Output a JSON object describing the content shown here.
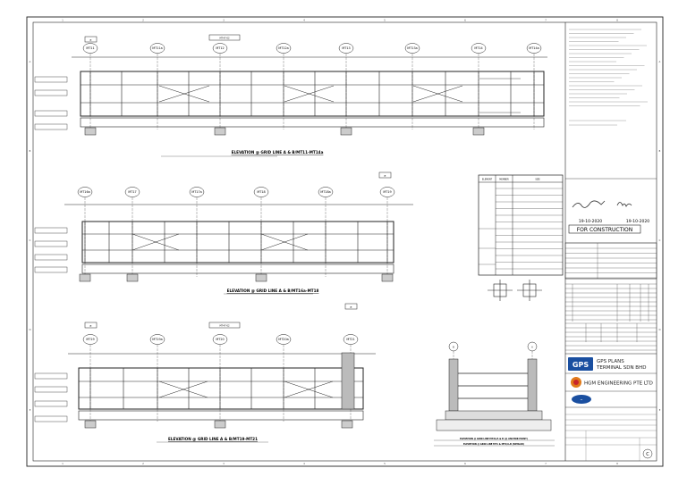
{
  "border": {
    "top_numbers": [
      "1",
      "2",
      "3",
      "4",
      "5",
      "6",
      "7",
      "8"
    ],
    "side_letters": [
      "A",
      "B",
      "C",
      "D",
      "E"
    ]
  },
  "elevation1": {
    "title": "ELEVATION @ GRID LINE A & B/MT11-MT14a",
    "grids": [
      "MT11",
      "MT11a",
      "MT12",
      "MT12a",
      "MT13",
      "MT13a",
      "MT14",
      "MT14a"
    ],
    "section_tags": [
      "E",
      "MT-47-02"
    ]
  },
  "elevation2": {
    "title": "ELEVATION @ GRID LINE A & B/MT16a-MT18",
    "grids": [
      "MT16a",
      "MT17",
      "MT17a",
      "MT18",
      "MT18a",
      "MT19"
    ],
    "section_tags": [
      "E"
    ]
  },
  "elevation3": {
    "title": "ELEVATION @ GRID LINE A & B/MT19-MT21",
    "grids": [
      "MT19",
      "MT19a",
      "MT20",
      "MT20a",
      "MT21"
    ],
    "section_tags": [
      "E",
      "MT-47-02",
      "E"
    ]
  },
  "section_view": {
    "title_line1": "ELEVATION @ GRID LINE MT21/A & B (@ ANCHOR POINT)",
    "title_line2": "ELEVATION @ GRID LINE MT1 & MT2/A-B (SIMILAR)",
    "grids": [
      "B",
      "A"
    ]
  },
  "member_table": {
    "headers": [
      "ELEMENT",
      "MEMBER",
      "SIZE"
    ]
  },
  "title_block": {
    "stamp": "FOR CONSTRUCTION",
    "date1": "19-10-2020",
    "date2": "19-10-2020",
    "company1_line1": "GPS PLANS",
    "company1_line2": "TERMINAL SDN BHD",
    "company2": "HGM ENGINEERING PTE LTD",
    "rev_badge": "C"
  },
  "colors": {
    "line": "#1a1a1a",
    "paper": "#ffffff",
    "logo_blue": "#1a4fa0",
    "logo_orange": "#e07a1a",
    "logo_red": "#c8252b"
  }
}
